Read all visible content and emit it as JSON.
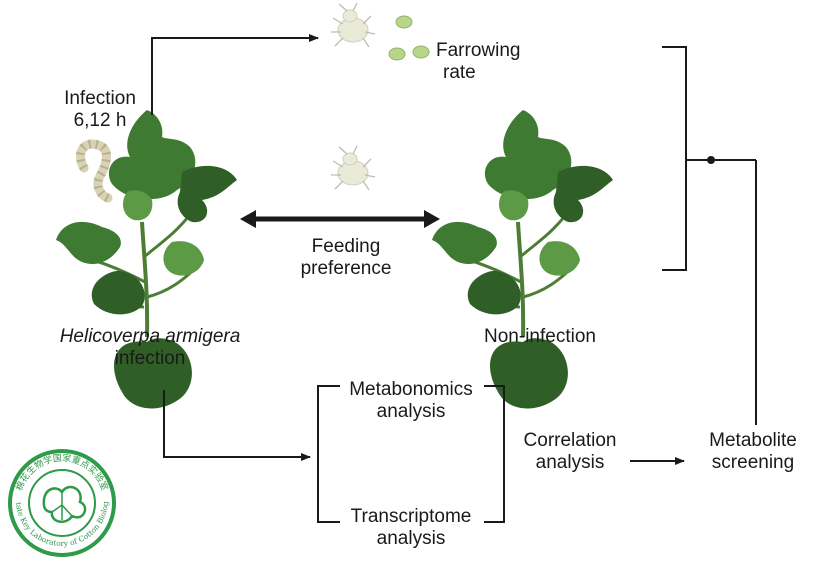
{
  "labels": {
    "infection_time": [
      "Infection",
      "6,12 h"
    ],
    "farrowing_rate": [
      "Farrowing",
      "rate"
    ],
    "feeding_preference": [
      "Feeding",
      "preference"
    ],
    "helicoverpa_species": "Helicoverpa armigera",
    "helicoverpa_suffix": "infection",
    "non_infection": "Non-infection",
    "metabonomics": [
      "Metabonomics",
      "analysis"
    ],
    "transcriptome": [
      "Transcriptome",
      "analysis"
    ],
    "correlation": [
      "Correlation",
      "analysis"
    ],
    "metabolite": [
      "Metabolite",
      "screening"
    ]
  },
  "logo": {
    "text_cn": "棉花生物学国家重点实验室",
    "text_en": "State Key Laboratory of Cotton Biology"
  },
  "colors": {
    "line": "#1a1a1a",
    "leaf_dark": "#2f5e26",
    "leaf_mid": "#3f7a33",
    "leaf_light": "#5c9a45",
    "stem": "#4d7d35",
    "aphid": "#e9ead8",
    "egg": "#b8d58a",
    "larva": "#d9d2b5",
    "logo_green": "#2e9a4a"
  }
}
